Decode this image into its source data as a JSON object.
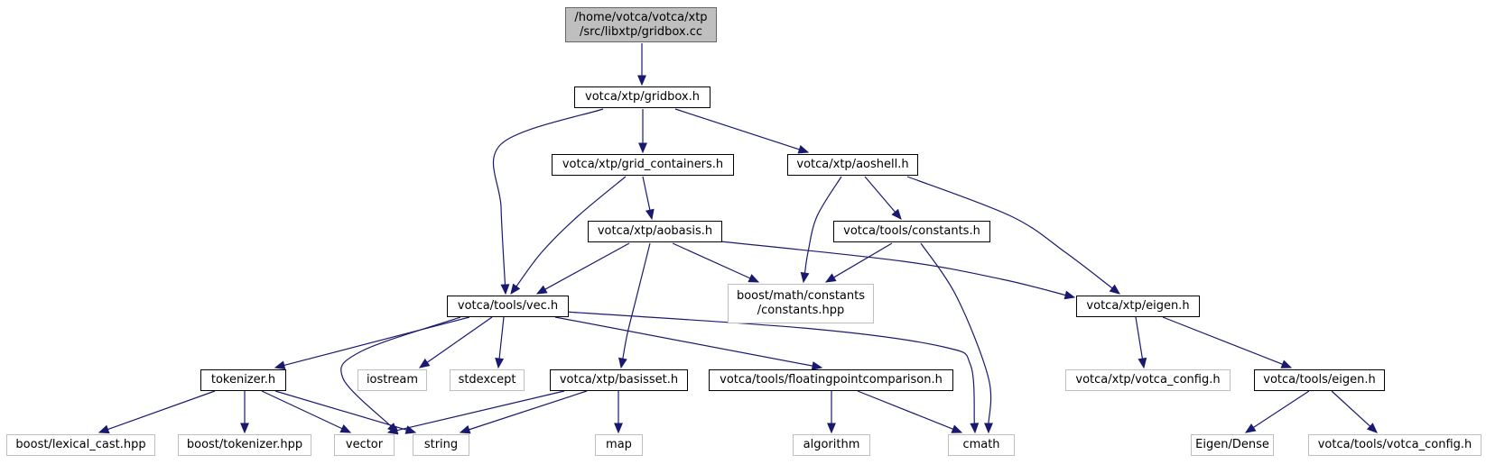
{
  "colors": {
    "edge": "#191970",
    "root_fill": "#bfbfbf",
    "project_border": "#000000",
    "system_border": "#bfbfbf"
  },
  "nodes": {
    "root": {
      "line1": "/home/votca/votca/xtp",
      "line2": "/src/libxtp/gridbox.cc"
    },
    "gridbox_h": {
      "label": "votca/xtp/gridbox.h"
    },
    "grid_containers_h": {
      "label": "votca/xtp/grid_containers.h"
    },
    "aoshell_h": {
      "label": "votca/xtp/aoshell.h"
    },
    "aobasis_h": {
      "label": "votca/xtp/aobasis.h"
    },
    "constants_h": {
      "label": "votca/tools/constants.h"
    },
    "boost_constants": {
      "line1": "boost/math/constants",
      "line2": "/constants.hpp"
    },
    "vec_h": {
      "label": "votca/tools/vec.h"
    },
    "eigen_xtp_h": {
      "label": "votca/xtp/eigen.h"
    },
    "tokenizer_h": {
      "label": "tokenizer.h"
    },
    "iostream": {
      "label": "iostream"
    },
    "stdexcept": {
      "label": "stdexcept"
    },
    "basisset_h": {
      "label": "votca/xtp/basisset.h"
    },
    "fpcomparison_h": {
      "label": "votca/tools/floatingpointcomparison.h"
    },
    "xtp_votca_config_h": {
      "label": "votca/xtp/votca_config.h"
    },
    "tools_eigen_h": {
      "label": "votca/tools/eigen.h"
    },
    "boost_lexical_cast": {
      "label": "boost/lexical_cast.hpp"
    },
    "boost_tokenizer": {
      "label": "boost/tokenizer.hpp"
    },
    "vector": {
      "label": "vector"
    },
    "string": {
      "label": "string"
    },
    "map": {
      "label": "map"
    },
    "algorithm": {
      "label": "algorithm"
    },
    "cmath": {
      "label": "cmath"
    },
    "eigen_dense": {
      "label": "Eigen/Dense"
    },
    "tools_votca_config_h": {
      "label": "votca/tools/votca_config.h"
    }
  }
}
